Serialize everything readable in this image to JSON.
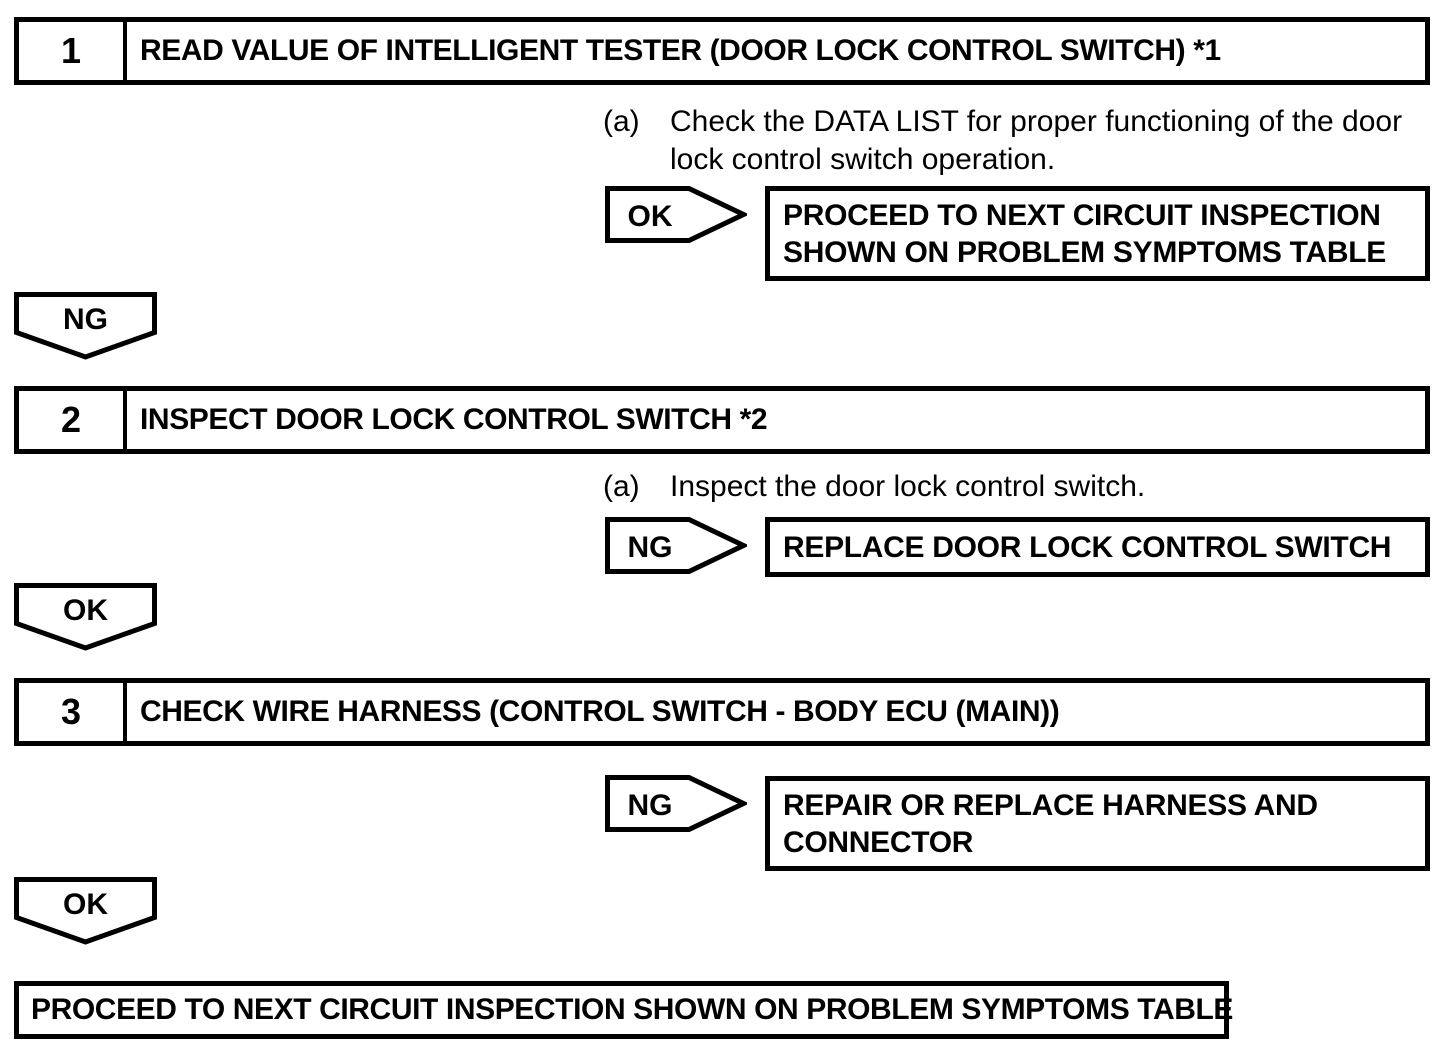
{
  "colors": {
    "ink": "#000000",
    "paper": "#ffffff"
  },
  "steps": [
    {
      "number": "1",
      "title": "READ VALUE OF INTELLIGENT TESTER (DOOR LOCK CONTROL SWITCH) *1",
      "instruction_label": "(a)",
      "instruction_text": "Check the DATA LIST for proper functioning of the door\nlock control switch operation.",
      "branch_label": "OK",
      "branch_result": "PROCEED TO NEXT CIRCUIT INSPECTION\nSHOWN ON PROBLEM SYMPTOMS TABLE",
      "next_label": "NG"
    },
    {
      "number": "2",
      "title": "INSPECT DOOR LOCK CONTROL SWITCH *2",
      "instruction_label": "(a)",
      "instruction_text": "Inspect the door lock control switch.",
      "branch_label": "NG",
      "branch_result": "REPLACE DOOR LOCK CONTROL SWITCH",
      "next_label": "OK"
    },
    {
      "number": "3",
      "title": "CHECK WIRE HARNESS (CONTROL SWITCH - BODY ECU (MAIN))",
      "branch_label": "NG",
      "branch_result": "REPAIR OR REPLACE HARNESS AND\nCONNECTOR",
      "next_label": "OK"
    }
  ],
  "final_result": "PROCEED TO NEXT CIRCUIT INSPECTION SHOWN ON PROBLEM SYMPTOMS TABLE"
}
